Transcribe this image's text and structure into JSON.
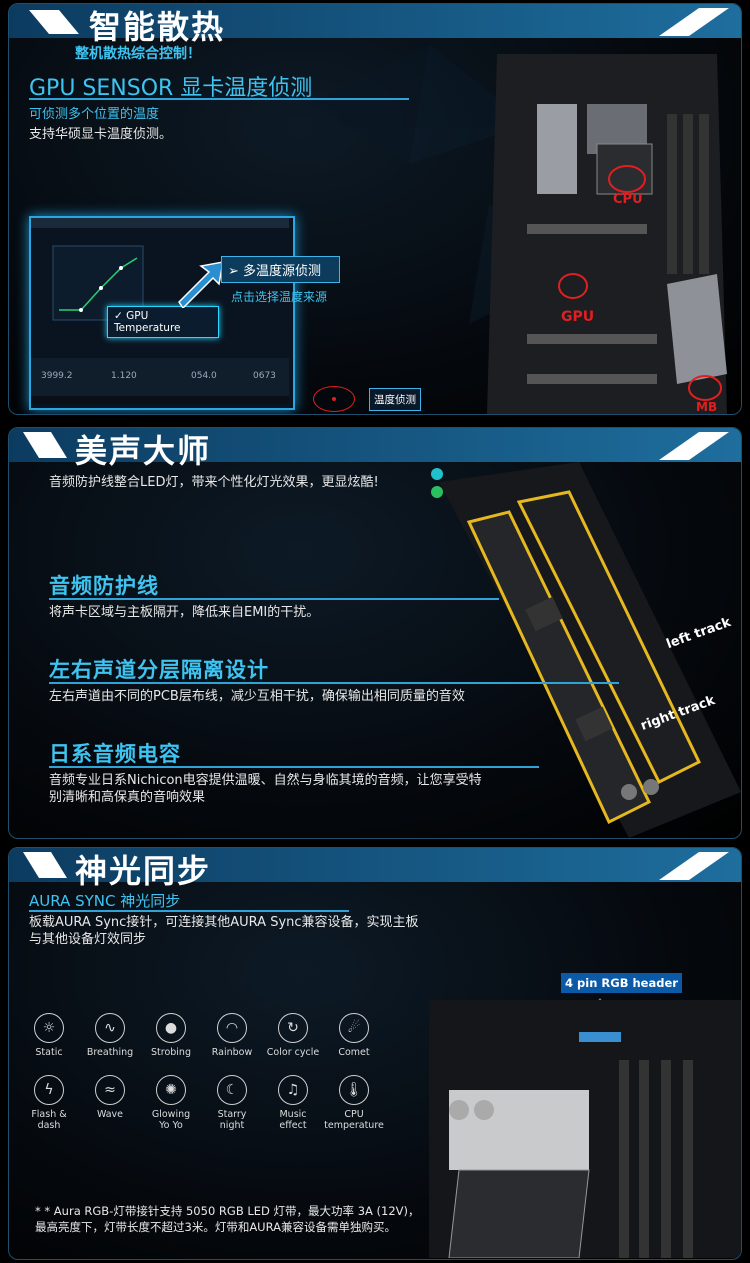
{
  "section1": {
    "title": "智能散热",
    "subtitle": "整机散热综合控制！",
    "heading": "GPU SENSOR 显卡温度侦测",
    "line1": "可侦测多个位置的温度",
    "line2": "支持华硕显卡温度侦测。",
    "callout_main": "多温度源侦测",
    "callout_sub": "点击选择温度来源",
    "gpu_temp_label": "GPU Temperature",
    "temp_button": "温度侦测",
    "labels": {
      "cpu": "CPU",
      "gpu": "GPU",
      "mb": "MB"
    }
  },
  "section2": {
    "title": "美声大师",
    "intro": "音频防护线整合LED灯，带来个性化灯光效果，更显炫酷!",
    "f1_title": "音频防护线",
    "f1_desc": "将声卡区域与主板隔开，降低来自EMI的干扰。",
    "f2_title": "左右声道分层隔离设计",
    "f2_desc": "左右声道由不同的PCB层布线，减少互相干扰，确保输出相同质量的音效",
    "f3_title": "日系音频电容",
    "f3_desc": "音频专业日系Nichicon电容提供温暖、自然与身临其境的音频，让您享受特别清晰和高保真的音响效果",
    "left_track": "left track",
    "right_track": "right track"
  },
  "section3": {
    "title": "神光同步",
    "heading": "AURA SYNC 神光同步",
    "desc": "板载AURA Sync接针，可连接其他AURA Sync兼容设备，实现主板与其他设备灯效同步",
    "header_badge": "4 pin RGB header",
    "effects": [
      {
        "label": "Static",
        "icon": "static-icon",
        "glyph": "☼"
      },
      {
        "label": "Breathing",
        "icon": "breathing-icon",
        "glyph": "∿"
      },
      {
        "label": "Strobing",
        "icon": "strobing-icon",
        "glyph": "●"
      },
      {
        "label": "Rainbow",
        "icon": "rainbow-icon",
        "glyph": "◠"
      },
      {
        "label": "Color cycle",
        "icon": "color-cycle-icon",
        "glyph": "↻"
      },
      {
        "label": "Comet",
        "icon": "comet-icon",
        "glyph": "☄"
      },
      {
        "label": "Flash &\ndash",
        "icon": "flash-dash-icon",
        "glyph": "ϟ"
      },
      {
        "label": "Wave",
        "icon": "wave-icon",
        "glyph": "≈"
      },
      {
        "label": "Glowing\nYo Yo",
        "icon": "glowing-yoyo-icon",
        "glyph": "✺"
      },
      {
        "label": "Starry\nnight",
        "icon": "starry-night-icon",
        "glyph": "☾"
      },
      {
        "label": "Music\neffect",
        "icon": "music-effect-icon",
        "glyph": "♫"
      },
      {
        "label": "CPU\ntemperature",
        "icon": "cpu-temperature-icon",
        "glyph": "🌡"
      }
    ],
    "note": "* * Aura RGB-灯带接针支持 5050 RGB LED 灯带，最大功率 3A (12V)，最高亮度下，灯带长度不超过3米。灯带和AURA兼容设备需单独购买。"
  },
  "colors": {
    "accent": "#3fc3f0",
    "border": "#2aa7e0",
    "alert": "#e02020"
  }
}
